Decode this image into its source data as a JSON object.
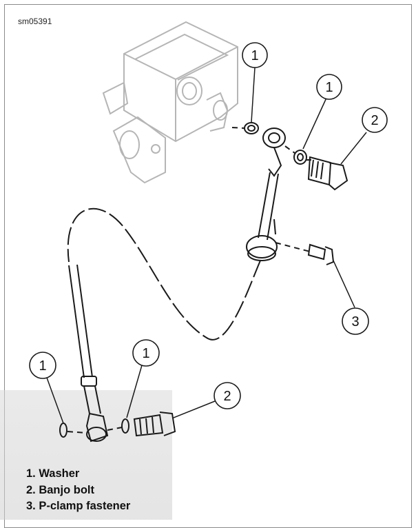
{
  "figure_id": "sm05391",
  "callouts": [
    "1",
    "1",
    "2",
    "3",
    "1",
    "1",
    "2"
  ],
  "legend": [
    "1. Washer",
    "2. Banjo bolt",
    "3. P-clamp fastener"
  ],
  "colors": {
    "line": "#1a1a1a",
    "ghost_part": "#b5b5b5",
    "watermark": "#cfcfcf"
  }
}
